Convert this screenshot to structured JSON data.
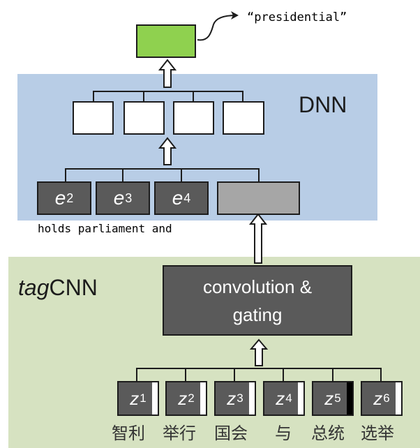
{
  "dnn": {
    "label": "DNN",
    "output_word": "“presidential”",
    "embeddings": [
      {
        "letter": "e",
        "sub": "2"
      },
      {
        "letter": "e",
        "sub": "3"
      },
      {
        "letter": "e",
        "sub": "4"
      }
    ],
    "context_text": "holds parliament and"
  },
  "tagcnn": {
    "label_italic": "tag",
    "label_rest": "CNN",
    "conv_line1": "convolution &",
    "conv_line2": "gating",
    "inputs": [
      {
        "letter": "z",
        "sub": "1",
        "gate": "white"
      },
      {
        "letter": "z",
        "sub": "2",
        "gate": "white"
      },
      {
        "letter": "z",
        "sub": "3",
        "gate": "white"
      },
      {
        "letter": "z",
        "sub": "4",
        "gate": "white"
      },
      {
        "letter": "z",
        "sub": "5",
        "gate": "black"
      },
      {
        "letter": "z",
        "sub": "6",
        "gate": "white"
      }
    ],
    "source_words": [
      "智利",
      "举行",
      "国会",
      "与",
      "总统",
      "选举"
    ]
  },
  "colors": {
    "dnn_bg": "#b8cde6",
    "tag_bg": "#d6e2c1",
    "output_node": "#8fd14f",
    "dark_node": "#5a5a5a",
    "gray_node": "#a6a6a6"
  }
}
